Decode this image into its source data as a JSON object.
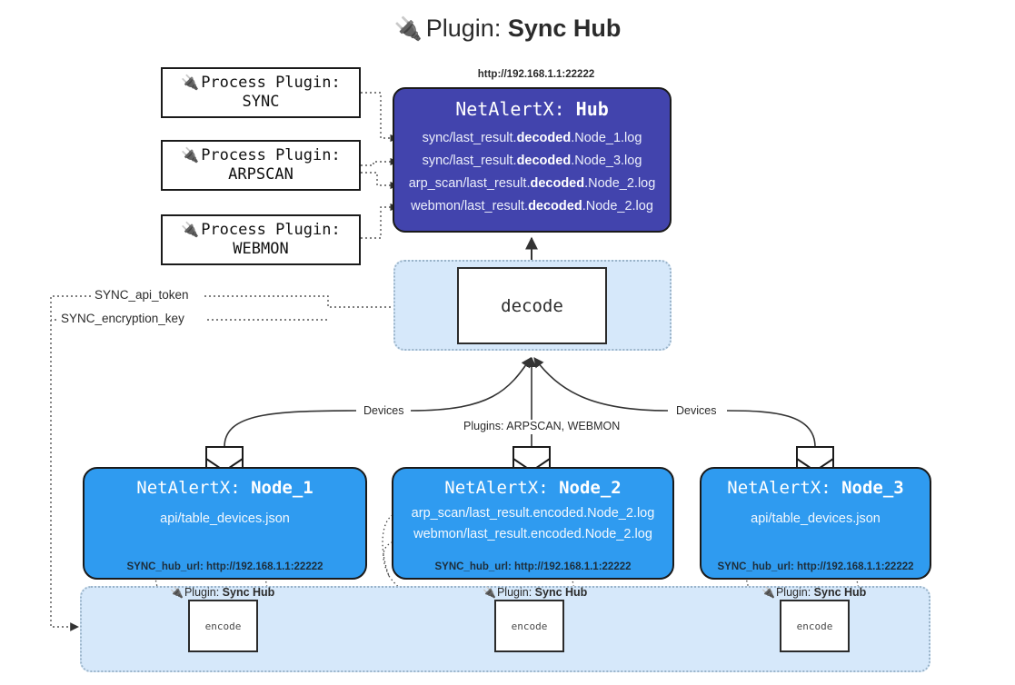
{
  "title": {
    "icon": "plug-icon",
    "prefix": "Plugin:",
    "name": "Sync Hub"
  },
  "process_plugins": [
    {
      "icon": "plug-icon",
      "label": "Process Plugin:",
      "name": "SYNC"
    },
    {
      "icon": "plug-icon",
      "label": "Process Plugin:",
      "name": "ARPSCAN"
    },
    {
      "icon": "plug-icon",
      "label": "Process Plugin:",
      "name": "WEBMON"
    }
  ],
  "hub": {
    "url": "http://192.168.1.1:22222",
    "title_prefix": "NetAlertX:",
    "title_name": "Hub",
    "logs": [
      {
        "pre": "sync/last_result.",
        "mid": "decoded",
        "post": ".Node_1.log"
      },
      {
        "pre": "sync/last_result.",
        "mid": "decoded",
        "post": ".Node_3.log"
      },
      {
        "pre": "arp_scan/last_result.",
        "mid": "decoded",
        "post": ".Node_2.log"
      },
      {
        "pre": "webmon/last_result.",
        "mid": "decoded",
        "post": ".Node_2.log"
      }
    ]
  },
  "decode": {
    "label": "decode"
  },
  "secrets": [
    {
      "label": "SYNC_api_token"
    },
    {
      "label": "SYNC_encryption_key"
    }
  ],
  "edge_labels": {
    "devices_left": "Devices",
    "plugins_center": "Plugins: ARPSCAN, WEBMON",
    "devices_right": "Devices"
  },
  "nodes": [
    {
      "title_prefix": "NetAlertX:",
      "title_name": "Node_1",
      "lines": [
        "api/table_devices.json"
      ],
      "footer": "SYNC_hub_url: http://192.168.1.1:22222",
      "icon": "envelope-icon"
    },
    {
      "title_prefix": "NetAlertX:",
      "title_name": "Node_2",
      "lines": [
        "arp_scan/last_result.encoded.Node_2.log",
        "webmon/last_result.encoded.Node_2.log"
      ],
      "footer": "SYNC_hub_url: http://192.168.1.1:22222",
      "icon": "envelope-icon"
    },
    {
      "title_prefix": "NetAlertX:",
      "title_name": "Node_3",
      "lines": [
        "api/table_devices.json"
      ],
      "footer": "SYNC_hub_url: http://192.168.1.1:22222",
      "icon": "envelope-icon"
    }
  ],
  "encoders": [
    {
      "caption_prefix": "Plugin:",
      "caption_name": "Sync Hub",
      "label": "encode",
      "icon": "plug-icon"
    },
    {
      "caption_prefix": "Plugin:",
      "caption_name": "Sync Hub",
      "label": "encode",
      "icon": "plug-icon"
    },
    {
      "caption_prefix": "Plugin:",
      "caption_name": "Sync Hub",
      "label": "encode",
      "icon": "plug-icon"
    }
  ],
  "colors": {
    "hub": "#4244ad",
    "node": "#2f9bf0",
    "container": "#d6e8fa",
    "stroke": "#1a1a1a"
  }
}
